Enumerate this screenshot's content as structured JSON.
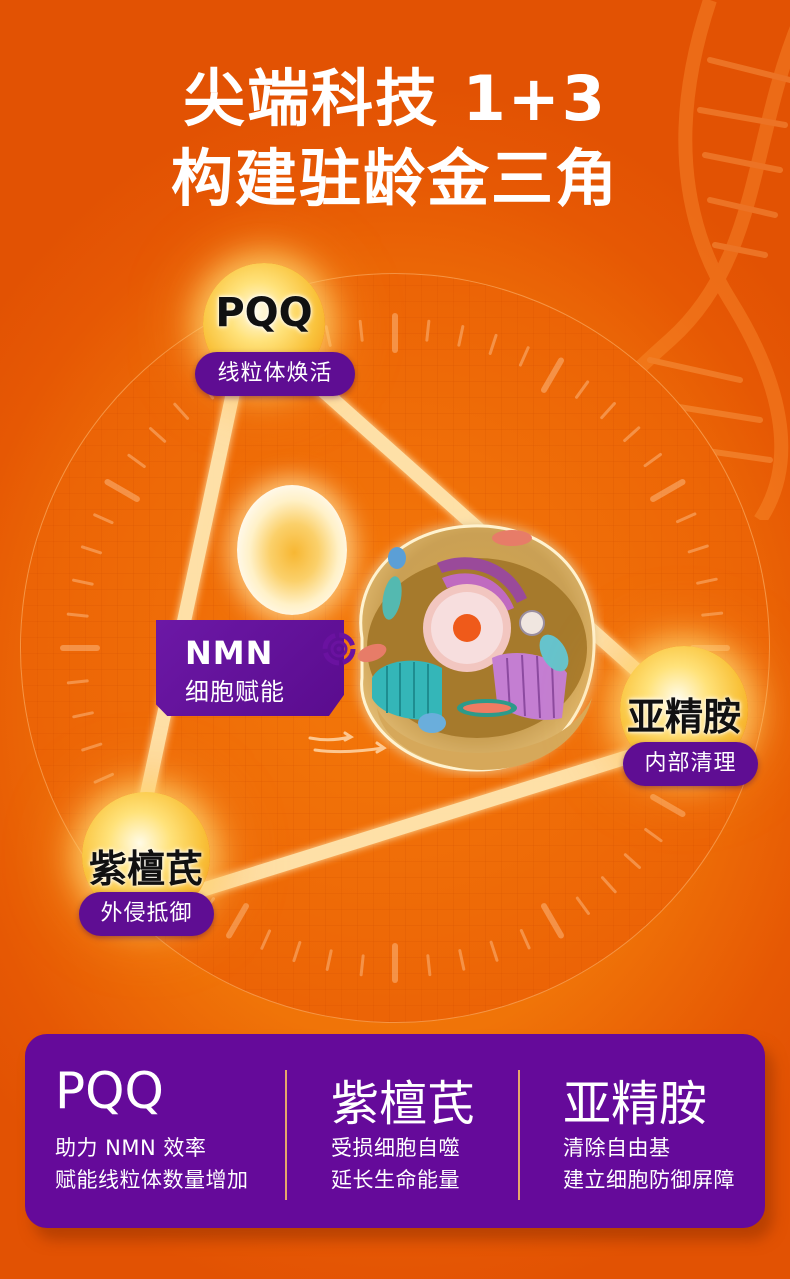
{
  "header": {
    "title_line1": "尖端科技 1+3",
    "title_line2": "构建驻龄金三角"
  },
  "diagram": {
    "nodes": [
      {
        "id": "pqq",
        "name": "PQQ",
        "tag": "线粒体焕活"
      },
      {
        "id": "spermidine",
        "name": "亚精胺",
        "tag": "内部清理"
      },
      {
        "id": "pterostilbene",
        "name": "紫檀芪",
        "tag": "外侵抵御"
      }
    ],
    "center": {
      "name": "NMN",
      "tag": "细胞赋能",
      "icons": [
        "cell-illustration",
        "target-icon",
        "motion-arrows-icon",
        "glowing-sphere-icon",
        "dna-helix-icon"
      ]
    }
  },
  "card": {
    "columns": [
      {
        "title": "PQQ",
        "lines": [
          "助力 NMN 效率",
          "赋能线粒体数量增加"
        ]
      },
      {
        "title": "紫檀芪",
        "lines": [
          "受损细胞自噬",
          "延长生命能量"
        ]
      },
      {
        "title": "亚精胺",
        "lines": [
          "清除自由基",
          "建立细胞防御屏障"
        ]
      }
    ]
  },
  "colors": {
    "background_orange": "#e85a05",
    "purple": "#650a9a",
    "gold": "#f9c23b",
    "divider": "#e6a86a"
  }
}
